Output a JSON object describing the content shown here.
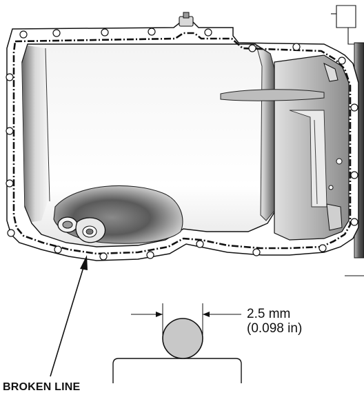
{
  "callout": {
    "label": "BROKEN LINE"
  },
  "dimension": {
    "metric": "2.5 mm",
    "imperial": "(0.098 in)"
  },
  "colors": {
    "line": "#111111",
    "bead_fill": "#c8c8c8",
    "pan_shade": "#9a9a9a"
  },
  "icons": [
    "sealant-bead-icon",
    "arrow-icon"
  ]
}
